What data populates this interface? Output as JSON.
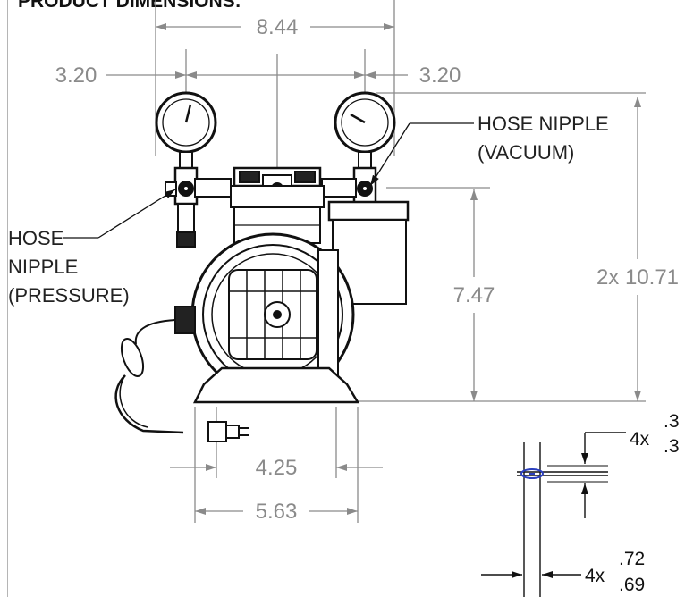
{
  "heading": "PRODUCT DIMENSIONS:",
  "dimensions": {
    "overall_width": "8.44",
    "gauge_left_offset": "3.20",
    "gauge_right_offset": "3.20",
    "overall_height": "2x 10.71",
    "nipple_height": "7.47",
    "base_hole_spacing": "4.25",
    "base_width": "5.63"
  },
  "callouts": {
    "vacuum_line1": "HOSE NIPPLE",
    "vacuum_line2": "(VACUUM)",
    "pressure_line1": "HOSE",
    "pressure_line2": "NIPPLE",
    "pressure_line3": "(PRESSURE)"
  },
  "slot_detail": {
    "height_qty": "4x",
    "height_upper": ".3",
    "height_lower": ".3",
    "width_qty": "4x",
    "width_upper": ".72",
    "width_lower": ".69"
  },
  "colors": {
    "dimension_line": "#8a8a8a",
    "outline": "#111111",
    "highlight": "#2b3fbf"
  }
}
